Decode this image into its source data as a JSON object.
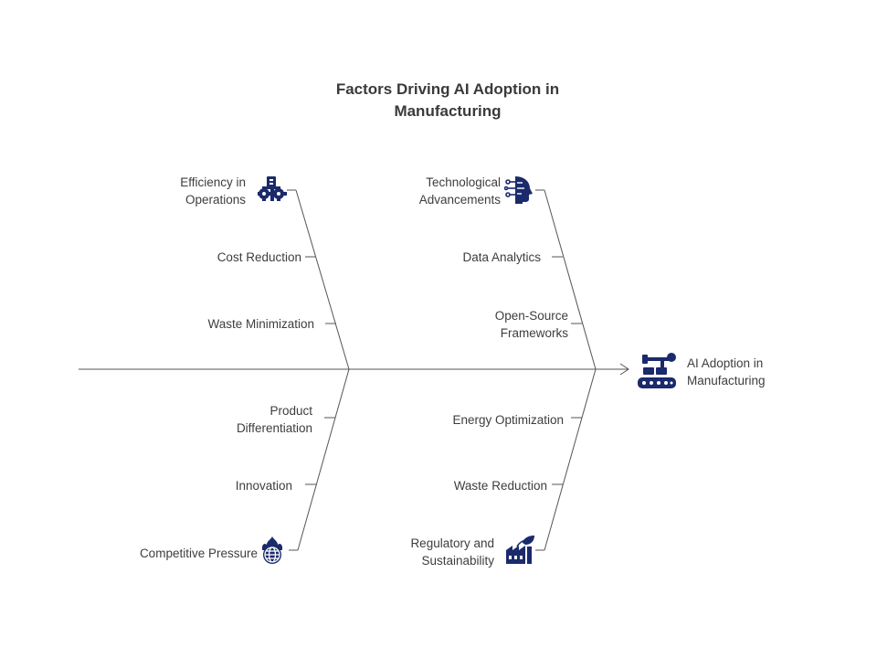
{
  "title": {
    "line1": "Factors Driving AI Adoption in",
    "line2": "Manufacturing"
  },
  "effect": {
    "line1": "AI Adoption  in",
    "line2": "Manufacturing",
    "icon": "robot-arm-conveyor-icon"
  },
  "top_left": {
    "head_line1": "Efficiency in",
    "head_line2": "Operations",
    "head_icon": "gear-factory-icon",
    "cause1": "Cost Reduction",
    "cause2": "Waste Minimization"
  },
  "top_right": {
    "head_line1": "Technological",
    "head_line2": "Advancements",
    "head_icon": "ai-head-circuit-icon",
    "cause1": "Data Analytics",
    "cause2_line1": "Open-Source",
    "cause2_line2": "Frameworks"
  },
  "bottom_left": {
    "cause1_line1": "Product",
    "cause1_line2": "Differentiation",
    "cause2": "Innovation",
    "head": "Competitive  Pressure",
    "head_icon": "globe-fire-icon"
  },
  "bottom_right": {
    "cause1": "Energy Optimization",
    "cause2": "Waste Reduction",
    "head_line1": "Regulatory and",
    "head_line2": "Sustainability",
    "head_icon": "eco-factory-icon"
  },
  "colors": {
    "line": "#555555",
    "icon": "#1b2a6b",
    "text": "#3d3d3d"
  }
}
